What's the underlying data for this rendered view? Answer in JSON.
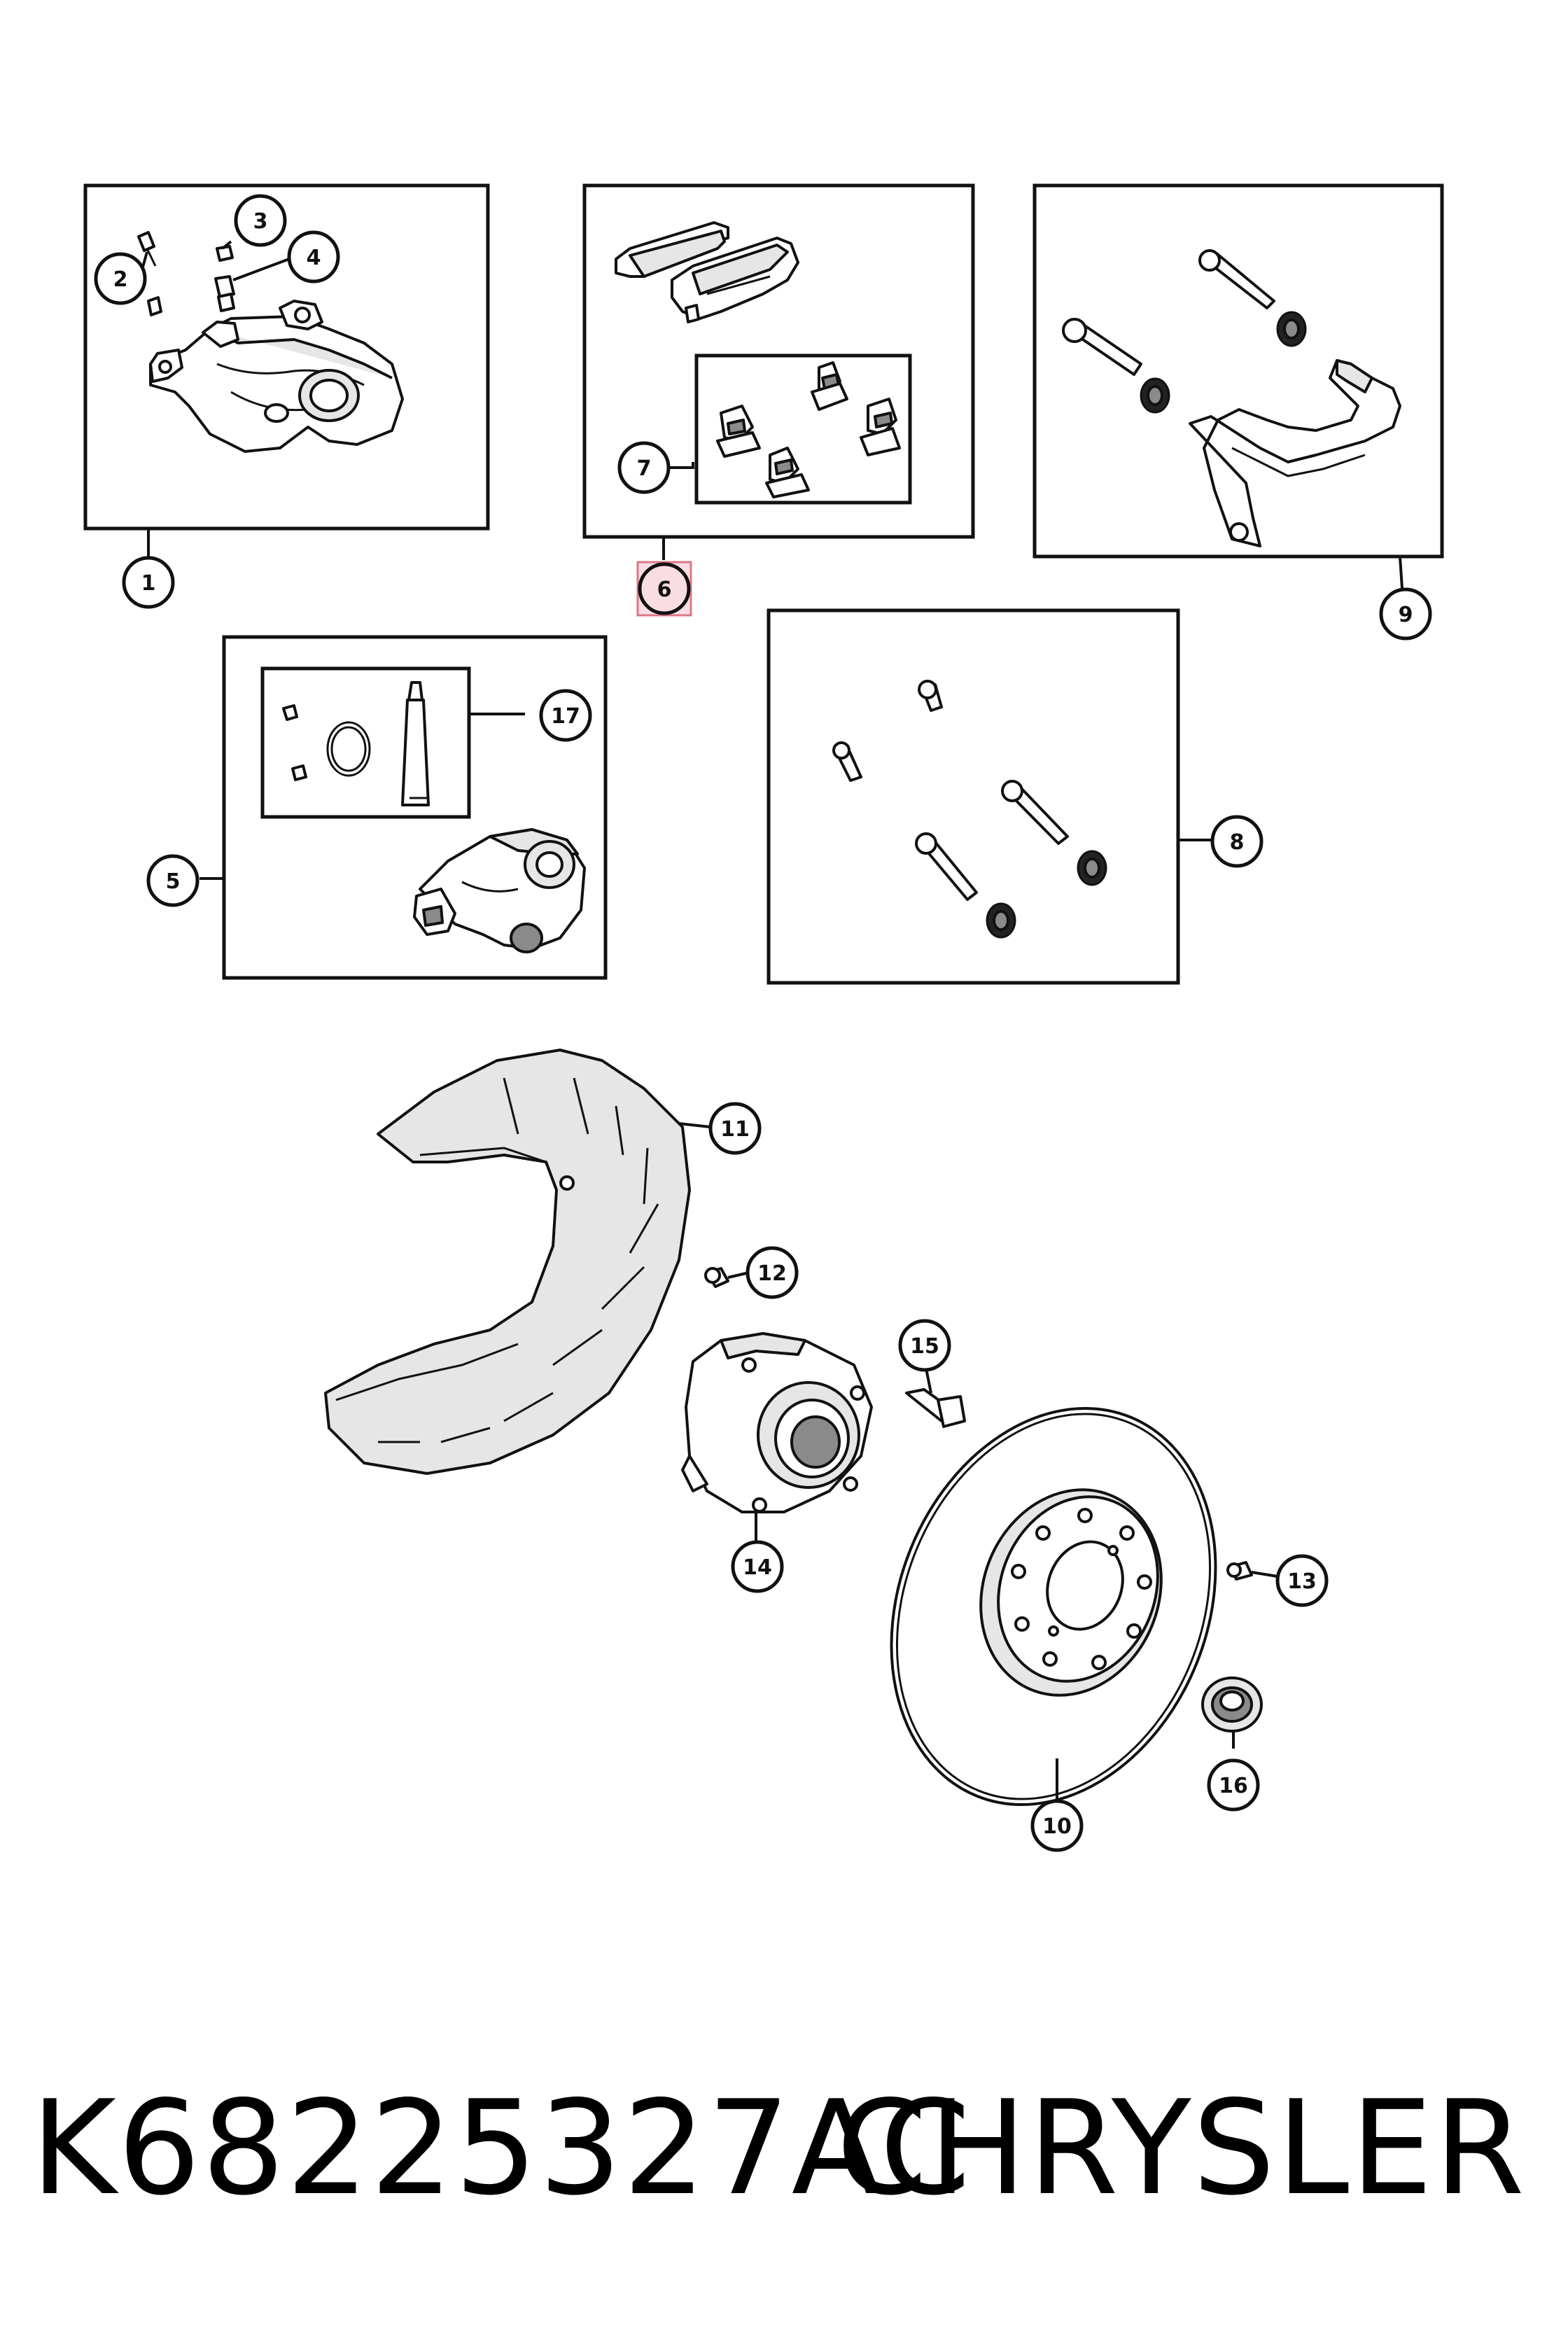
{
  "diagram": {
    "callouts": [
      {
        "id": "c1",
        "label": "1",
        "highlighted": false
      },
      {
        "id": "c2",
        "label": "2",
        "highlighted": false
      },
      {
        "id": "c3",
        "label": "3",
        "highlighted": false
      },
      {
        "id": "c4",
        "label": "4",
        "highlighted": false
      },
      {
        "id": "c5",
        "label": "5",
        "highlighted": false
      },
      {
        "id": "c6",
        "label": "6",
        "highlighted": true
      },
      {
        "id": "c7",
        "label": "7",
        "highlighted": false
      },
      {
        "id": "c8",
        "label": "8",
        "highlighted": false
      },
      {
        "id": "c9",
        "label": "9",
        "highlighted": false
      },
      {
        "id": "c10",
        "label": "10",
        "highlighted": false
      },
      {
        "id": "c11",
        "label": "11",
        "highlighted": false
      },
      {
        "id": "c12",
        "label": "12",
        "highlighted": false
      },
      {
        "id": "c13",
        "label": "13",
        "highlighted": false
      },
      {
        "id": "c14",
        "label": "14",
        "highlighted": false
      },
      {
        "id": "c15",
        "label": "15",
        "highlighted": false
      },
      {
        "id": "c16",
        "label": "16",
        "highlighted": false
      },
      {
        "id": "c17",
        "label": "17",
        "highlighted": false
      }
    ],
    "highlight_color": "#f8dde3"
  },
  "footer": {
    "part_number": "K68225327AC",
    "brand": "CHRYSLER"
  }
}
